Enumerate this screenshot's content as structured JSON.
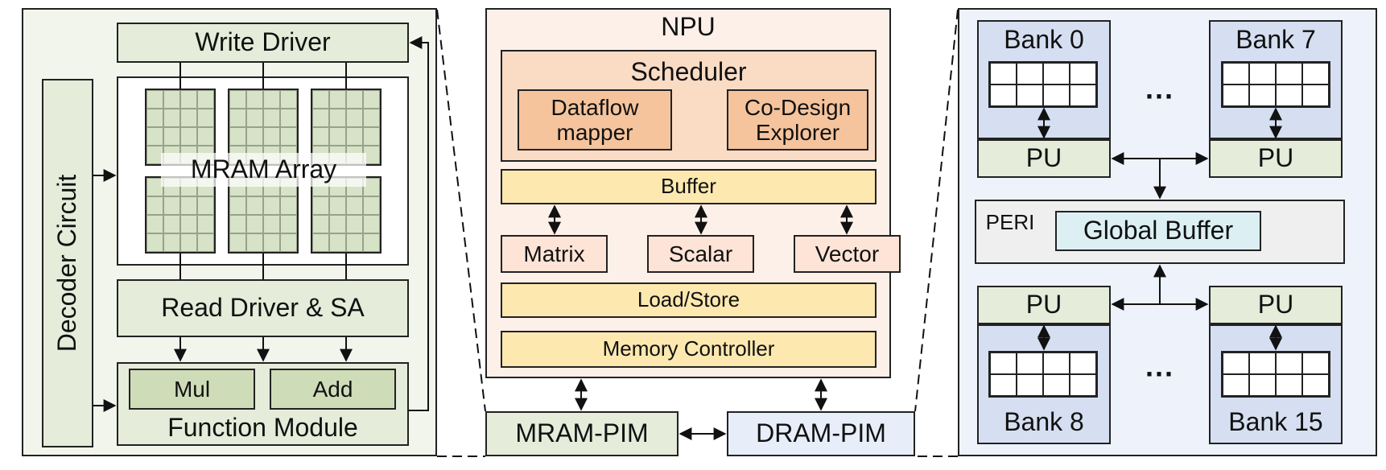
{
  "left_panel": {
    "write_driver": "Write Driver",
    "decoder_circuit": "Decoder Circuit",
    "mram_array": "MRAM Array",
    "read_driver": "Read Driver & SA",
    "mul": "Mul",
    "add": "Add",
    "function_module": "Function Module"
  },
  "npu": {
    "title": "NPU",
    "scheduler": "Scheduler",
    "dataflow_mapper": "Dataflow\nmapper",
    "codesign_explorer": "Co-Design\nExplorer",
    "buffer": "Buffer",
    "matrix": "Matrix",
    "scalar": "Scalar",
    "vector": "Vector",
    "load_store": "Load/Store",
    "memory_controller": "Memory Controller"
  },
  "bottom": {
    "mram_pim": "MRAM-PIM",
    "dram_pim": "DRAM-PIM"
  },
  "right_panel": {
    "bank_0": "Bank 0",
    "bank_7": "Bank 7",
    "bank_8": "Bank 8",
    "bank_15": "Bank 15",
    "pu": "PU",
    "peri": "PERI",
    "global_buffer": "Global Buffer",
    "ellipsis": "···"
  },
  "colors": {
    "green_fill": "#e5ecda",
    "green_cell": "#d6e3c6",
    "npu_fill": "#fdf0e8",
    "scheduler_fill": "#fadbc4",
    "sub_fill": "#f5c49c",
    "yellow_fill": "#fde9b0",
    "peach_fill": "#fde4d6",
    "right_fill": "#eef2fb",
    "bank_fill": "#d5dff1",
    "peri_fill": "#efefef",
    "global_buffer_fill": "#dcf0f4",
    "dram_fill": "#e7eef9"
  }
}
